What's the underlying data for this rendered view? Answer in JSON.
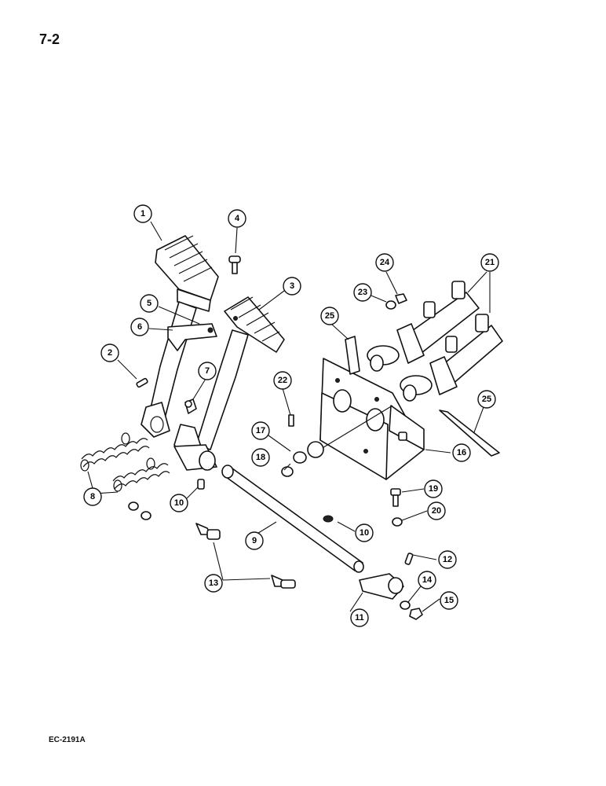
{
  "page_number": "7-2",
  "figure_code": "EC-2191A",
  "callouts": [
    {
      "label": "1"
    },
    {
      "label": "2"
    },
    {
      "label": "3"
    },
    {
      "label": "4"
    },
    {
      "label": "5"
    },
    {
      "label": "6"
    },
    {
      "label": "7"
    },
    {
      "label": "8"
    },
    {
      "label": "9"
    },
    {
      "label": "10"
    },
    {
      "label": "10"
    },
    {
      "label": "11"
    },
    {
      "label": "12"
    },
    {
      "label": "13"
    },
    {
      "label": "14"
    },
    {
      "label": "15"
    },
    {
      "label": "16"
    },
    {
      "label": "17"
    },
    {
      "label": "18"
    },
    {
      "label": "19"
    },
    {
      "label": "20"
    },
    {
      "label": "21"
    },
    {
      "label": "22"
    },
    {
      "label": "23"
    },
    {
      "label": "24"
    },
    {
      "label": "25"
    },
    {
      "label": "25"
    }
  ]
}
